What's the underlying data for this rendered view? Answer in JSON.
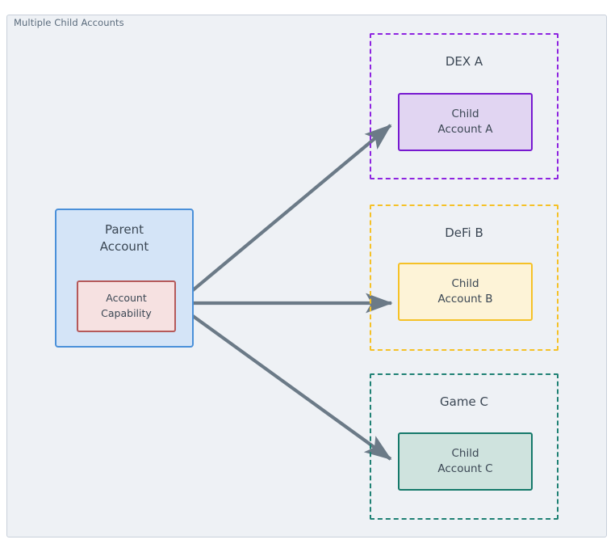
{
  "panel": {
    "title": "Multiple Child Accounts"
  },
  "colors": {
    "canvas_background": "#eef1f5",
    "panel_border": "#c8d0da",
    "title_text": "#5a6b7c",
    "node_text": "#3b4754",
    "arrow": "#6b7a87",
    "parent_fill": "#d4e4f7",
    "parent_border": "#4a90d9",
    "capability_fill": "#f6e1e1",
    "capability_border": "#b5595a",
    "dex_group_border": "#8e24e0",
    "dex_child_fill": "#e1d5f2",
    "dex_child_border": "#7719d0",
    "defi_group_border": "#f5c127",
    "defi_child_fill": "#fdf3d7",
    "defi_child_border": "#f5c127",
    "game_group_border": "#1f8174",
    "game_child_fill": "#cfe3de",
    "game_child_border": "#15796a"
  },
  "parent": {
    "label_line1": "Parent",
    "label_line2": "Account",
    "capability": {
      "label_line1": "Account",
      "label_line2": "Capability"
    }
  },
  "groups": [
    {
      "id": "dex-a",
      "title": "DEX A",
      "child": {
        "label_line1": "Child",
        "label_line2": "Account A"
      }
    },
    {
      "id": "defi-b",
      "title": "DeFi B",
      "child": {
        "label_line1": "Child",
        "label_line2": "Account B"
      }
    },
    {
      "id": "game-c",
      "title": "Game C",
      "child": {
        "label_line1": "Child",
        "label_line2": "Account C"
      }
    }
  ],
  "connections": [
    {
      "from": "account-capability",
      "to": "child-account-a",
      "style": "solid-arrow"
    },
    {
      "from": "account-capability",
      "to": "child-account-b",
      "style": "solid-arrow"
    },
    {
      "from": "account-capability",
      "to": "child-account-c",
      "style": "solid-arrow"
    }
  ]
}
